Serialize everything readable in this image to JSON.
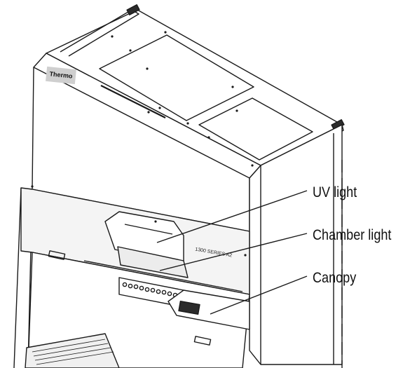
{
  "callouts": {
    "uv_light": "UV light",
    "chamber_light": "Chamber light",
    "canopy": "Canopy"
  },
  "cabinet": {
    "logo_text": "Thermo",
    "series_text": "1300 SERIES A2"
  },
  "colors": {
    "line": "#1a1a1a",
    "panel_fill": "#ffffff",
    "shade": "#e6e6e6",
    "dark": "#2b2b2b"
  }
}
